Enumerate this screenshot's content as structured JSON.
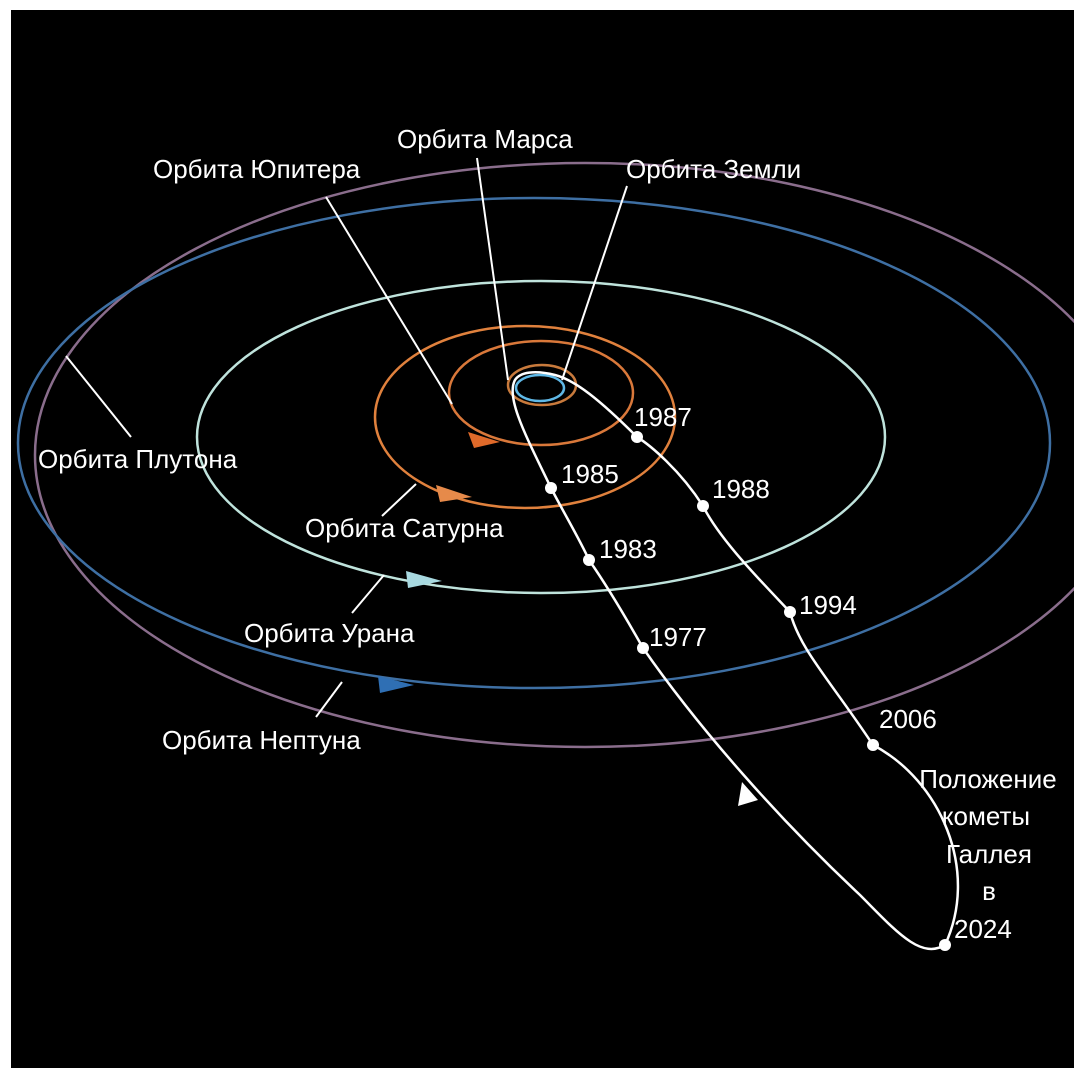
{
  "labels": {
    "mars": "Орбита Марса",
    "jupiter": "Орбита Юпитера",
    "earth": "Орбита Земли",
    "pluto": "Орбита Плутона",
    "saturn": "Орбита Сатурна",
    "uranus": "Орбита Урана",
    "neptune": "Орбита Нептуна"
  },
  "comet_caption": [
    "Положение",
    "кометы",
    "Галлея",
    "в"
  ],
  "years": [
    "1987",
    "1985",
    "1988",
    "1983",
    "1994",
    "1977",
    "2006",
    "2024"
  ],
  "colors": {
    "background": "#000000",
    "earth_orbit": "#5fb8e6",
    "mars_orbit": "#c87a3c",
    "jupiter_orbit": "#d9783a",
    "saturn_orbit": "#e0813d",
    "uranus_orbit": "#bfe3dc",
    "neptune_orbit": "#3e6fa3",
    "pluto_orbit": "#8a6d8c",
    "comet_path": "#ffffff"
  }
}
